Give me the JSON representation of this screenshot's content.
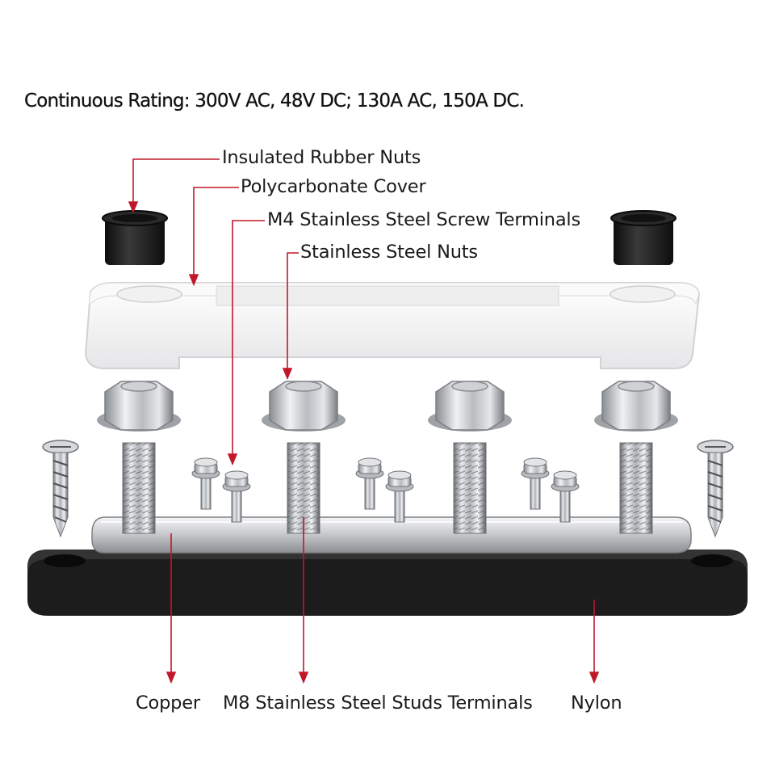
{
  "title": "Continuous Rating: 300V AC, 48V DC; 130A AC, 150A DC.",
  "callouts_top": {
    "rubber_nuts": "Insulated Rubber Nuts",
    "cover": "Polycarbonate Cover",
    "screw_terminals": "M4 Stainless Steel Screw Terminals",
    "steel_nuts": "Stainless Steel Nuts"
  },
  "callouts_bottom": {
    "copper": "Copper",
    "studs": "M8 Stainless Steel Studs Terminals",
    "nylon": "Nylon"
  },
  "colors": {
    "leader_line": "#c0182a",
    "nylon_base": "#1b1b1b",
    "cover": "#f4f4f4",
    "steel": "#c8cacc"
  },
  "icons": [
    "rubber-nut-icon",
    "polycarbonate-cover-icon",
    "flange-nut-icon",
    "stud-icon",
    "screw-terminal-icon",
    "wood-screw-icon",
    "copper-bar-icon",
    "nylon-base-icon"
  ]
}
